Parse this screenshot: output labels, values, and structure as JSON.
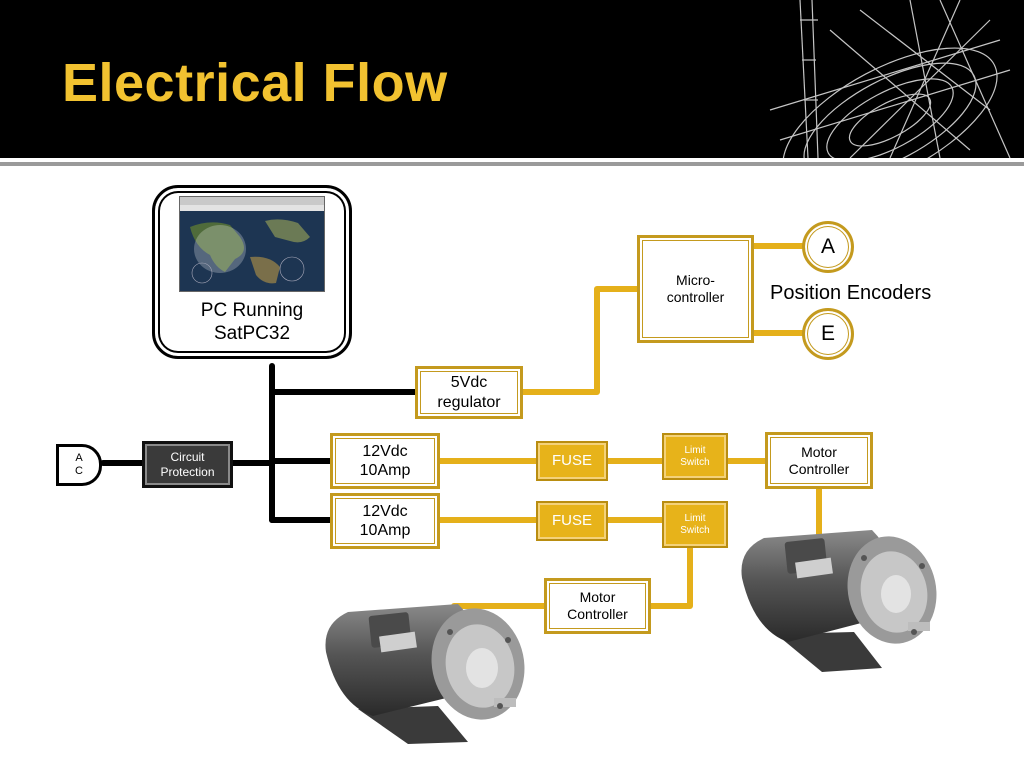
{
  "slide": {
    "title": "Electrical Flow",
    "colors": {
      "header_bg": "#000000",
      "title": "#f2c230",
      "wire_gold": "#e5b01a",
      "wire_black": "#000000"
    }
  },
  "pc": {
    "label_line1": "PC Running",
    "label_line2": "SatPC32"
  },
  "ac_plug": {
    "line1": "A",
    "line2": "C"
  },
  "circuit_protection": {
    "line1": "Circuit",
    "line2": "Protection"
  },
  "regulator_5v": {
    "line1": "5Vdc",
    "line2": "regulator"
  },
  "supply_top": {
    "line1": "12Vdc",
    "line2": "10Amp"
  },
  "supply_bottom": {
    "line1": "12Vdc",
    "line2": "10Amp"
  },
  "fuse_top": {
    "label": "FUSE"
  },
  "fuse_bottom": {
    "label": "FUSE"
  },
  "limit_switch_top": {
    "line1": "Limit",
    "line2": "Switch"
  },
  "limit_switch_bottom": {
    "line1": "Limit",
    "line2": "Switch"
  },
  "motor_controller_right": {
    "line1": "Motor",
    "line2": "Controller"
  },
  "motor_controller_left": {
    "line1": "Motor",
    "line2": "Controller"
  },
  "microcontroller": {
    "line1": "Micro-",
    "line2": "controller"
  },
  "encoders": {
    "a": "A",
    "e": "E",
    "label": "Position Encoders"
  },
  "icons": [
    "satellite-dish-icon",
    "satpc32-screenshot",
    "dc-motor-icon"
  ]
}
